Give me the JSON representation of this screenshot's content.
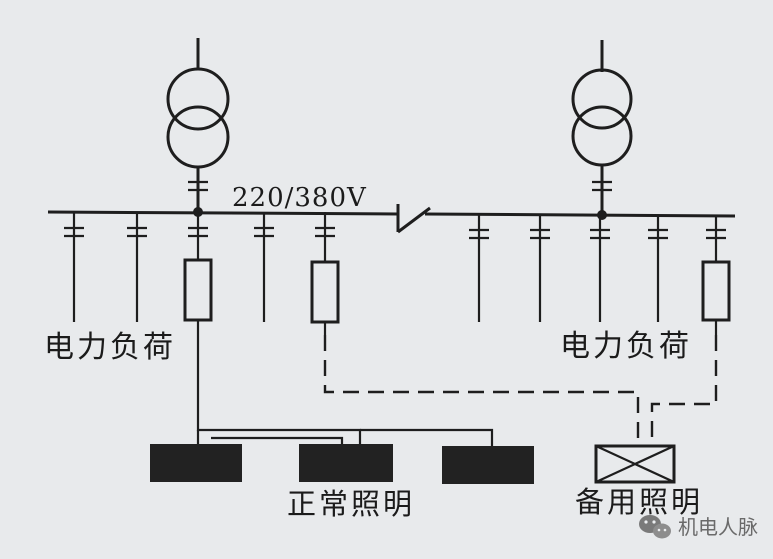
{
  "diagram": {
    "voltage_label": "220/380V",
    "left_load_label": "电力负荷",
    "right_load_label": "电力负荷",
    "normal_lighting_label": "正常照明",
    "backup_lighting_label": "备用照明"
  },
  "watermark": {
    "text": "机电人脉",
    "icon": "wechat-icon"
  }
}
